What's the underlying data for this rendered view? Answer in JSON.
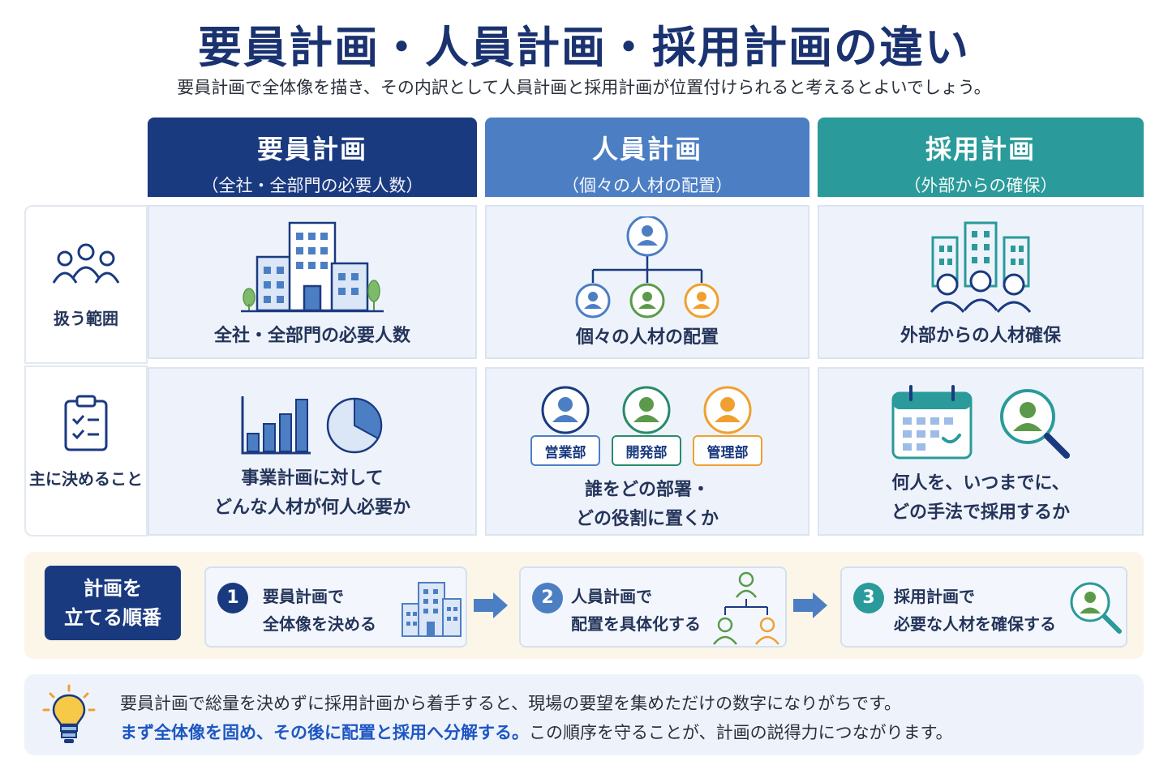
{
  "title": "要員計画・人員計画・採用計画の違い",
  "subtitle": "要員計画で全体像を描き、その内訳として人員計画と採用計画が位置付けられると考えるとよいでしょう。",
  "columns": [
    {
      "name": "要員計画",
      "desc": "（全社・全部門の必要人数）"
    },
    {
      "name": "人員計画",
      "desc": "（個々の人材の配置）"
    },
    {
      "name": "採用計画",
      "desc": "（外部からの確保）"
    }
  ],
  "rows": [
    {
      "label": "扱う範囲",
      "cells": [
        "全社・全部門の必要人数",
        "個々の人材の配置",
        "外部からの人材確保"
      ]
    },
    {
      "label": "主に決めること",
      "cells": [
        [
          "事業計画に対して",
          "どんな人材が何人必要か"
        ],
        [
          "誰をどの部署・",
          "どの役割に置くか"
        ],
        [
          "何人を、いつまでに、",
          "どの手法で採用するか"
        ]
      ]
    }
  ],
  "departments": [
    "営業部",
    "開発部",
    "管理部"
  ],
  "steps": {
    "label": [
      "計画を",
      "立てる順番"
    ],
    "items": [
      {
        "num": "1",
        "lines": [
          "要員計画で",
          "全体像を決める"
        ]
      },
      {
        "num": "2",
        "lines": [
          "人員計画で",
          "配置を具体化する"
        ]
      },
      {
        "num": "3",
        "lines": [
          "採用計画で",
          "必要な人材を確保する"
        ]
      }
    ]
  },
  "note": {
    "line1": "要員計画で総量を決めずに採用計画から着手すると、現場の要望を集めただけの数字になりがちです。",
    "line2_highlight": "まず全体像を固め、その後に配置と採用へ分解する。",
    "line2_rest": "この順序を守ることが、計画の説得力につながります。"
  },
  "colors": {
    "navy": "#1a3a80",
    "blue": "#4c7ec4",
    "teal": "#2a9a9a",
    "green": "#5a9a4a",
    "orange": "#f0a030"
  },
  "icons": [
    "people-group-icon",
    "clipboard-check-icon",
    "office-building-icon",
    "org-chart-icon",
    "buildings-people-icon",
    "bar-chart-icon",
    "pie-chart-icon",
    "person-avatar-icon",
    "calendar-icon",
    "person-search-icon",
    "arrow-right-icon",
    "lightbulb-icon"
  ]
}
